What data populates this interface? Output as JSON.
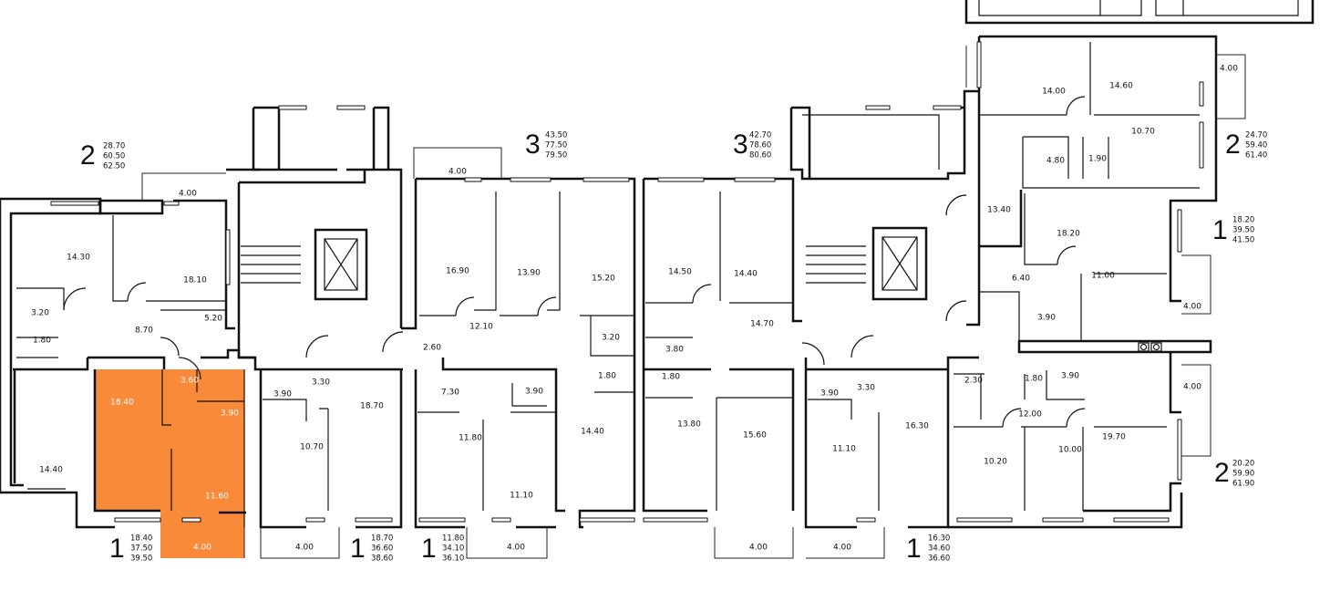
{
  "colors": {
    "highlight": "#f98a3a",
    "wall": "#111111",
    "background": "#ffffff"
  },
  "apartments": [
    {
      "id": "apt-2-top-left",
      "rooms": "2",
      "stats": [
        "28.70",
        "60.50",
        "62.50"
      ]
    },
    {
      "id": "apt-3-center-left",
      "rooms": "3",
      "stats": [
        "43.50",
        "77.50",
        "79.50"
      ]
    },
    {
      "id": "apt-3-center-right",
      "rooms": "3",
      "stats": [
        "42.70",
        "78.60",
        "80.60"
      ]
    },
    {
      "id": "apt-2-right-top",
      "rooms": "2",
      "stats": [
        "24.70",
        "59.40",
        "61.40"
      ]
    },
    {
      "id": "apt-1-right",
      "rooms": "1",
      "stats": [
        "18.20",
        "39.50",
        "41.50"
      ]
    },
    {
      "id": "apt-2-right-bottom",
      "rooms": "2",
      "stats": [
        "20.20",
        "59.90",
        "61.90"
      ]
    },
    {
      "id": "apt-1-selected",
      "rooms": "1",
      "stats": [
        "18.40",
        "37.50",
        "39.50"
      ],
      "selected": true
    },
    {
      "id": "apt-1-b",
      "rooms": "1",
      "stats": [
        "18.70",
        "36.60",
        "38.60"
      ]
    },
    {
      "id": "apt-1-c",
      "rooms": "1",
      "stats": [
        "11.80",
        "34.10",
        "36.10"
      ]
    },
    {
      "id": "apt-1-d",
      "rooms": "1",
      "stats": [
        "16.30",
        "34.60",
        "36.60"
      ]
    }
  ],
  "room_areas": [
    "14.30",
    "18.10",
    "4.00",
    "3.20",
    "8.70",
    "5.20",
    "1.80",
    "14.40",
    "18.40",
    "3.60",
    "3.90",
    "11.60",
    "4.00",
    "3.90",
    "3.30",
    "18.70",
    "10.70",
    "4.00",
    "16.90",
    "13.90",
    "15.20",
    "4.00",
    "12.10",
    "2.60",
    "3.20",
    "7.30",
    "3.90",
    "1.80",
    "11.80",
    "11.10",
    "4.00",
    "14.40",
    "14.50",
    "14.40",
    "14.70",
    "3.80",
    "1.80",
    "13.80",
    "15.60",
    "4.00",
    "3.90",
    "3.30",
    "16.30",
    "11.10",
    "4.00",
    "13.40",
    "6.40",
    "18.20",
    "11.00",
    "3.90",
    "4.00",
    "2.30",
    "1.80",
    "3.90",
    "12.00",
    "10.20",
    "10.00",
    "19.70",
    "4.00",
    "14.00",
    "14.60",
    "4.00",
    "10.70",
    "4.80",
    "1.90"
  ]
}
